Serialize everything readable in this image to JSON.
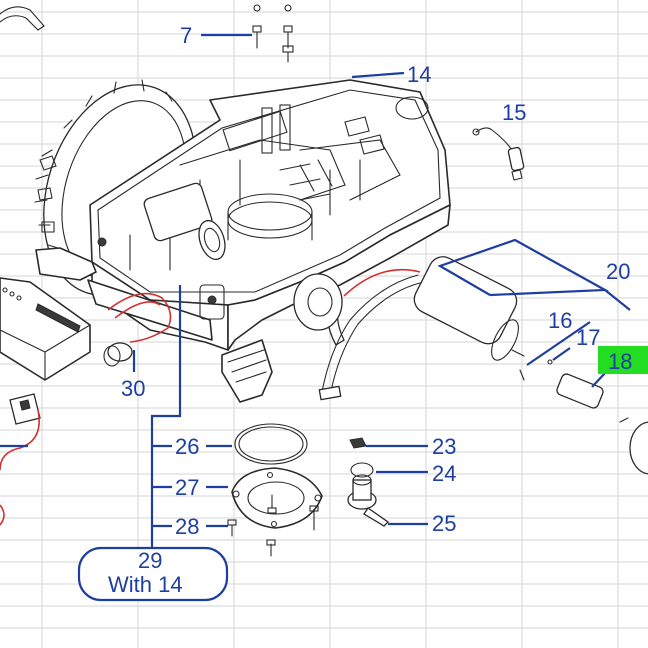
{
  "callouts": {
    "c7": "7",
    "c14": "14",
    "c15": "15",
    "c20": "20",
    "c16": "16",
    "c17": "17",
    "c18": "18",
    "c30": "30",
    "c26": "26",
    "c27": "27",
    "c28": "28",
    "c23": "23",
    "c24": "24",
    "c25": "25",
    "c29": "29",
    "c29_note": "With 14"
  },
  "colors": {
    "callout_text": "#1f3fa0",
    "highlight": "#22dd22",
    "wire": "#d43030",
    "grid": "#d6d6d6"
  }
}
